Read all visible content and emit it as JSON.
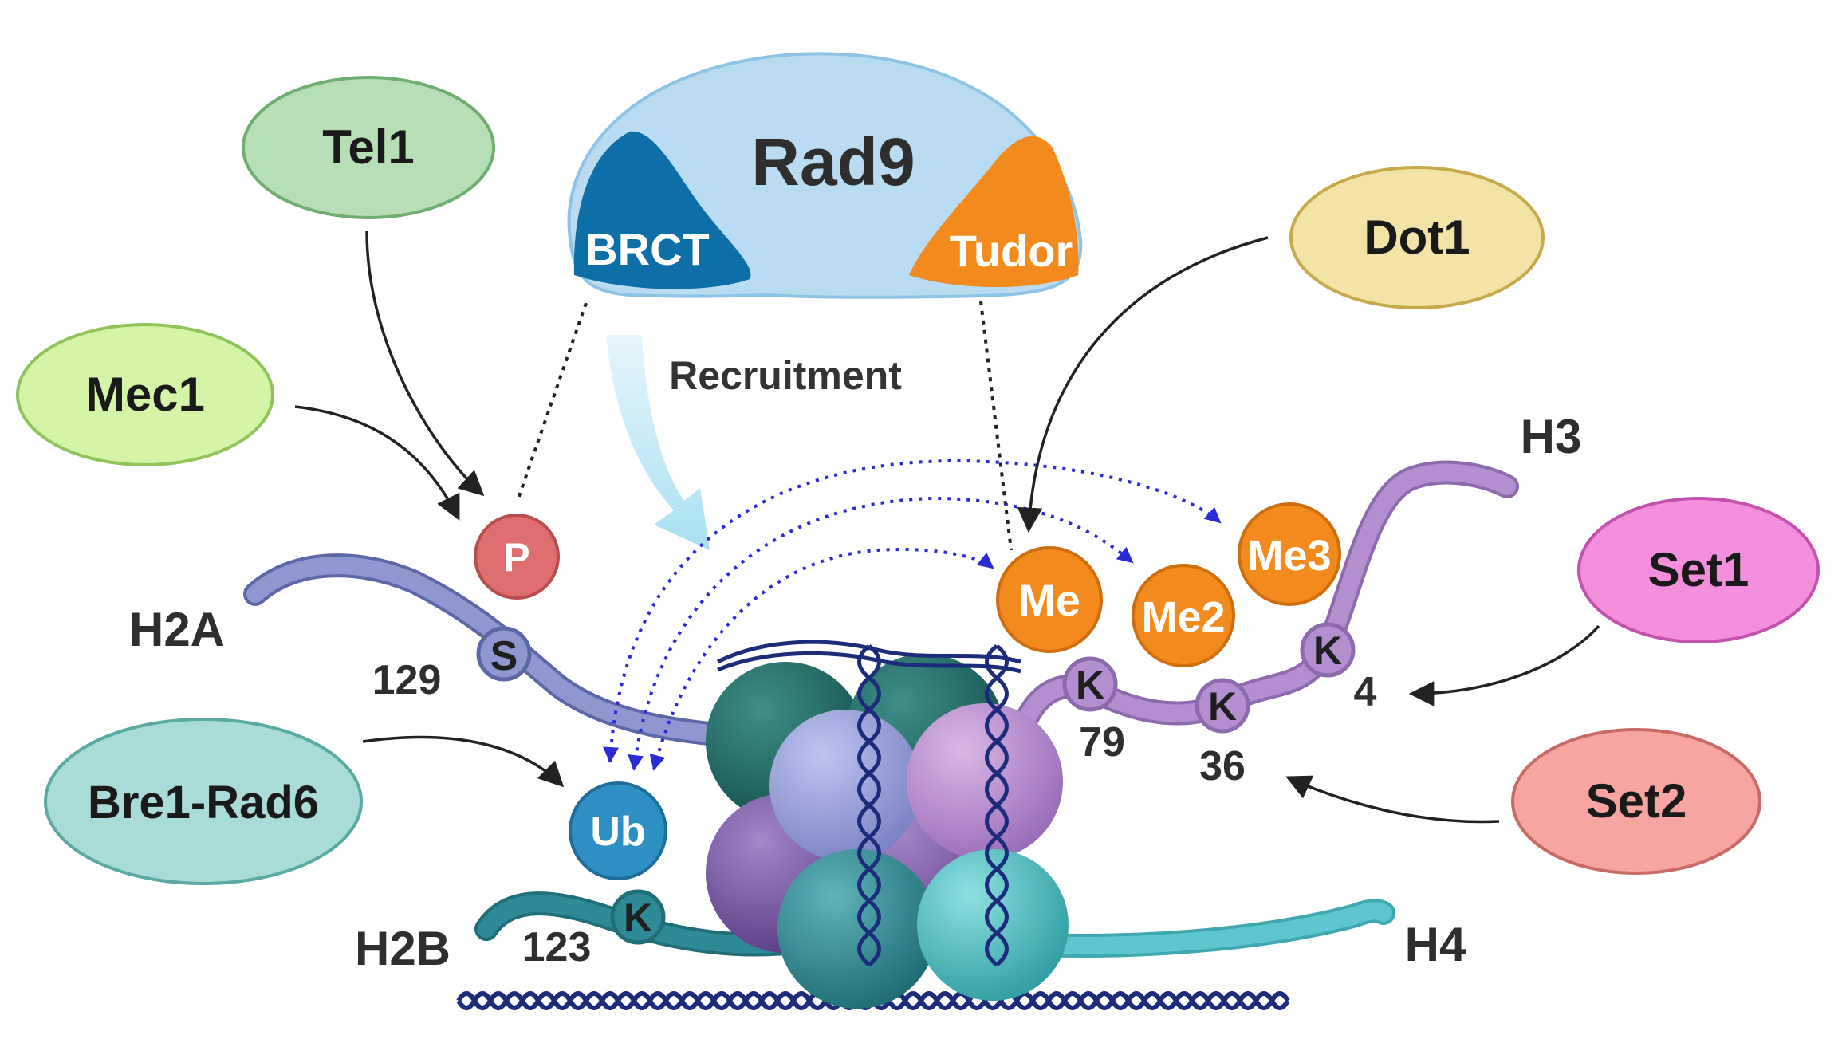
{
  "colors": {
    "tel1": "#b7dfb5",
    "mec1": "#d4f5a8",
    "bre1_rad6": "#a9dcd8",
    "dot1": "#f3e3a6",
    "set1": "#f48fde",
    "set2": "#f6a5a0",
    "rad9": "#b9dcf3",
    "brct": "#0e6fa8",
    "tudor": "#f28a1d",
    "phospho": "#e06e6e",
    "methyl": "#f28a1d",
    "ubiquitin": "#2d8fc4",
    "h2a": "#8e97cf",
    "h2b": "#2e8a96",
    "h3": "#b38fd0",
    "h4": "#5cc7cf",
    "dna": "#1c2c7a",
    "arrow_dotted": "#2a2ad6"
  },
  "enzymes": {
    "tel1": "Tel1",
    "mec1": "Mec1",
    "bre1_rad6": "Bre1-Rad6",
    "dot1": "Dot1",
    "set1": "Set1",
    "set2": "Set2"
  },
  "rad9": {
    "label": "Rad9",
    "brct": "BRCT",
    "tudor": "Tudor",
    "recruitment": "Recruitment"
  },
  "histones": {
    "h2a": "H2A",
    "h2b": "H2B",
    "h3": "H3",
    "h4": "H4"
  },
  "residues": {
    "s129": {
      "residue": "S",
      "position": "129"
    },
    "k123": {
      "residue": "K",
      "position": "123"
    },
    "k79": {
      "residue": "K",
      "position": "79"
    },
    "k36": {
      "residue": "K",
      "position": "36"
    },
    "k4": {
      "residue": "K",
      "position": "4"
    }
  },
  "modifications": {
    "phospho": "P",
    "ubiquitin": "Ub",
    "me": "Me",
    "me2": "Me2",
    "me3": "Me3"
  }
}
